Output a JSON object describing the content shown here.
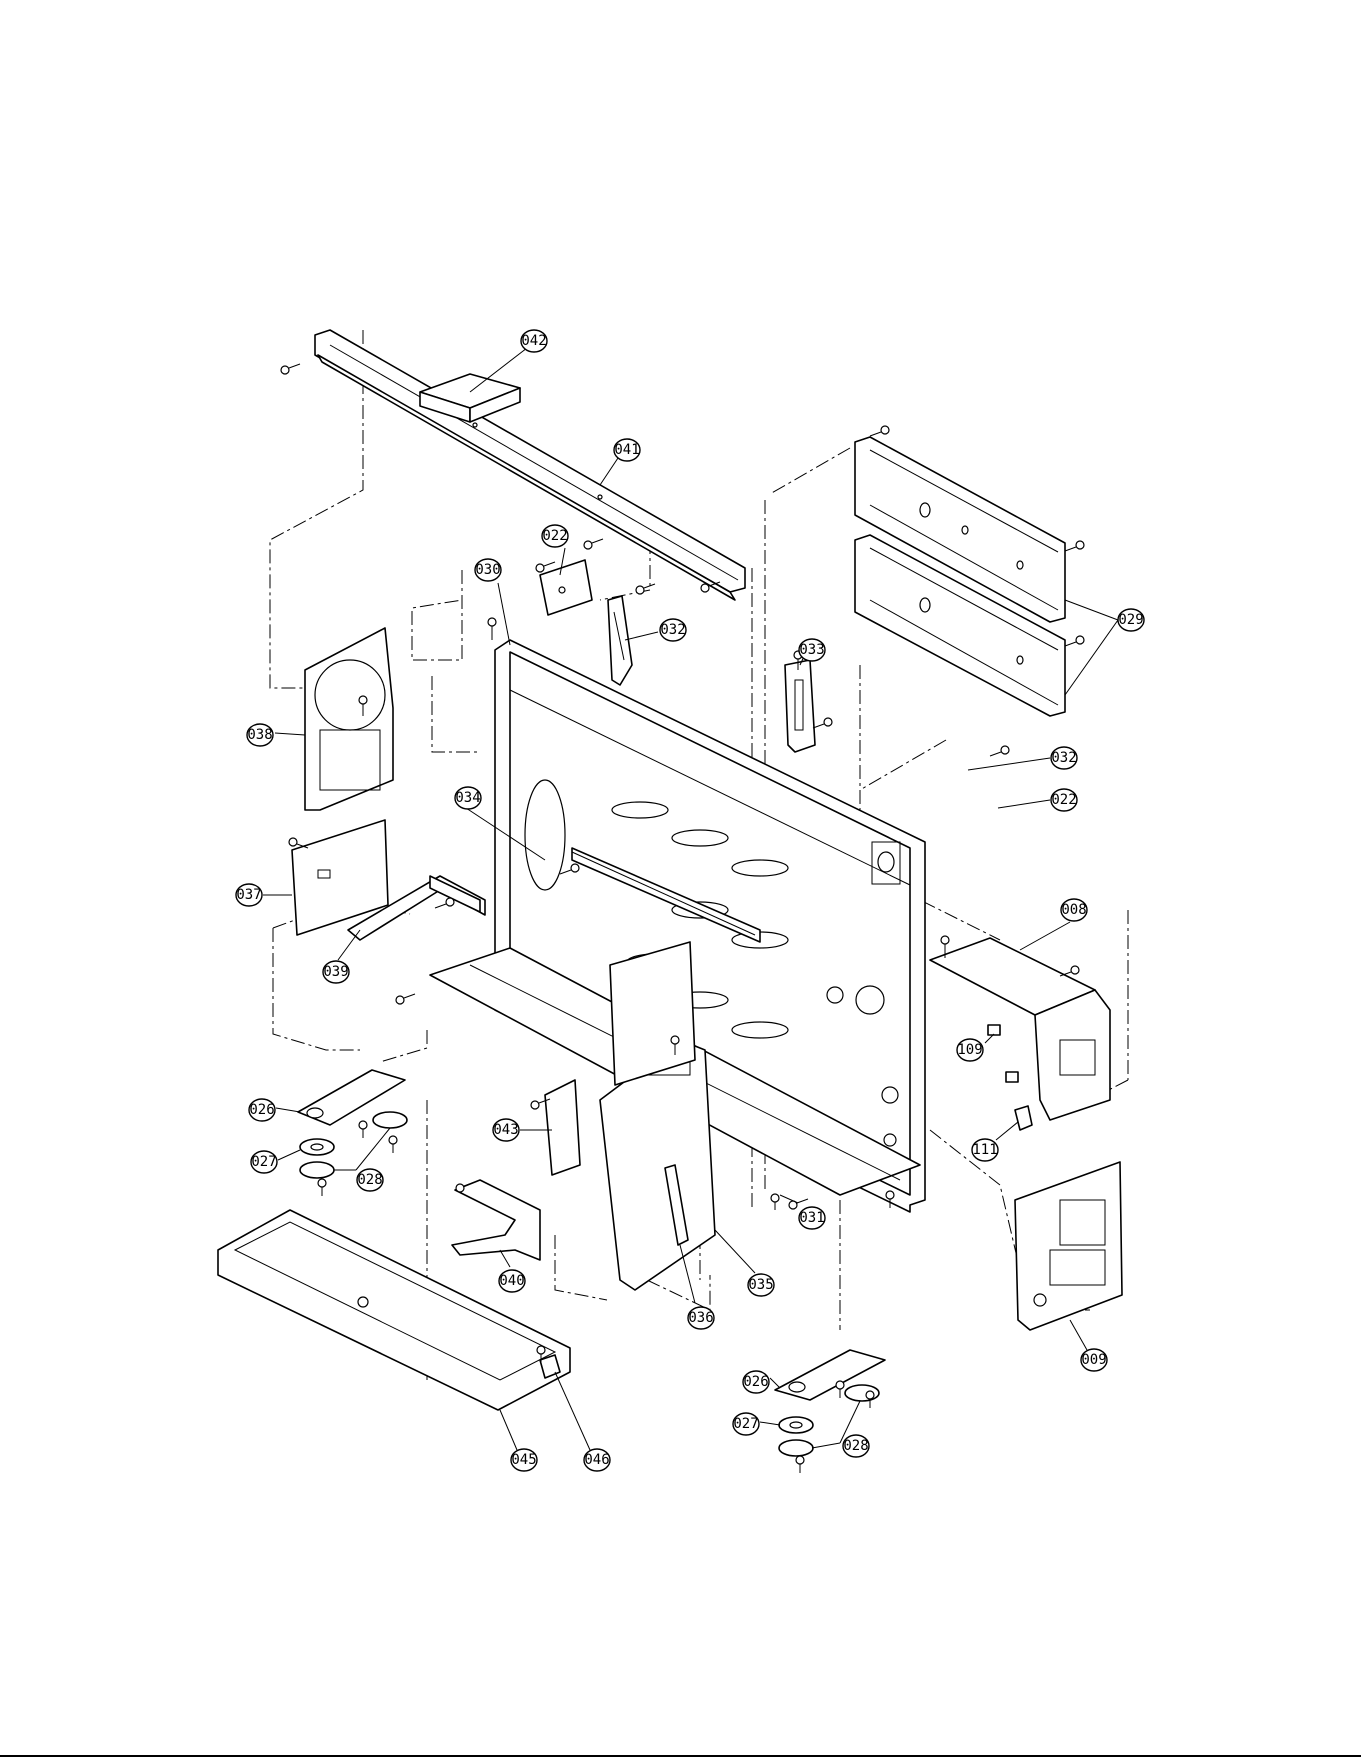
{
  "title": "",
  "callouts": [
    {
      "id": "c042",
      "label": "042"
    },
    {
      "id": "c041",
      "label": "041"
    },
    {
      "id": "c022a",
      "label": "022"
    },
    {
      "id": "c030",
      "label": "030"
    },
    {
      "id": "c032a",
      "label": "032"
    },
    {
      "id": "c033",
      "label": "033"
    },
    {
      "id": "c029",
      "label": "029"
    },
    {
      "id": "c038",
      "label": "038"
    },
    {
      "id": "c032b",
      "label": "032"
    },
    {
      "id": "c022b",
      "label": "022"
    },
    {
      "id": "c034",
      "label": "034"
    },
    {
      "id": "c037",
      "label": "037"
    },
    {
      "id": "c008",
      "label": "008"
    },
    {
      "id": "c039",
      "label": "039"
    },
    {
      "id": "c109",
      "label": "109"
    },
    {
      "id": "c026a",
      "label": "026"
    },
    {
      "id": "c043",
      "label": "043"
    },
    {
      "id": "c111",
      "label": "111"
    },
    {
      "id": "c027a",
      "label": "027"
    },
    {
      "id": "c028a",
      "label": "028"
    },
    {
      "id": "c031",
      "label": "031"
    },
    {
      "id": "c040",
      "label": "040"
    },
    {
      "id": "c035",
      "label": "035"
    },
    {
      "id": "c036",
      "label": "036"
    },
    {
      "id": "c009",
      "label": "009"
    },
    {
      "id": "c026b",
      "label": "026"
    },
    {
      "id": "c027b",
      "label": "027"
    },
    {
      "id": "c028b",
      "label": "028"
    },
    {
      "id": "c045",
      "label": "045"
    },
    {
      "id": "c046",
      "label": "046"
    }
  ]
}
